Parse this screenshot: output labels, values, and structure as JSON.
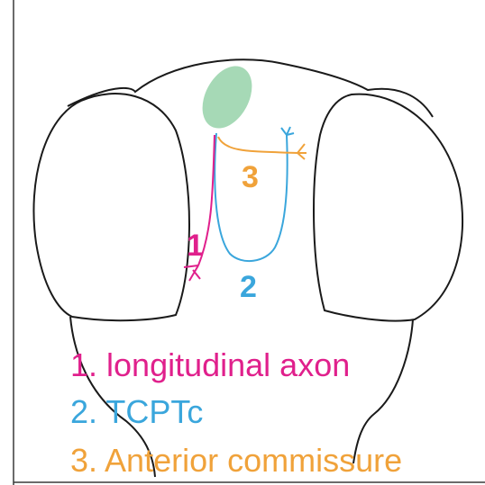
{
  "colors": {
    "outline": "#1a1a1a",
    "frame": "#3a3a3a",
    "green_body": "#a6d9b6",
    "pathway1": "#e0208c",
    "pathway2": "#3aa6dc",
    "pathway3": "#f0a23a"
  },
  "figure_numbers": {
    "n1": "1",
    "n2": "2",
    "n3": "3"
  },
  "legend": {
    "item1": "1. longitudinal axon",
    "item2": "2. TCPTc",
    "item3": "3. Anterior commissure"
  }
}
